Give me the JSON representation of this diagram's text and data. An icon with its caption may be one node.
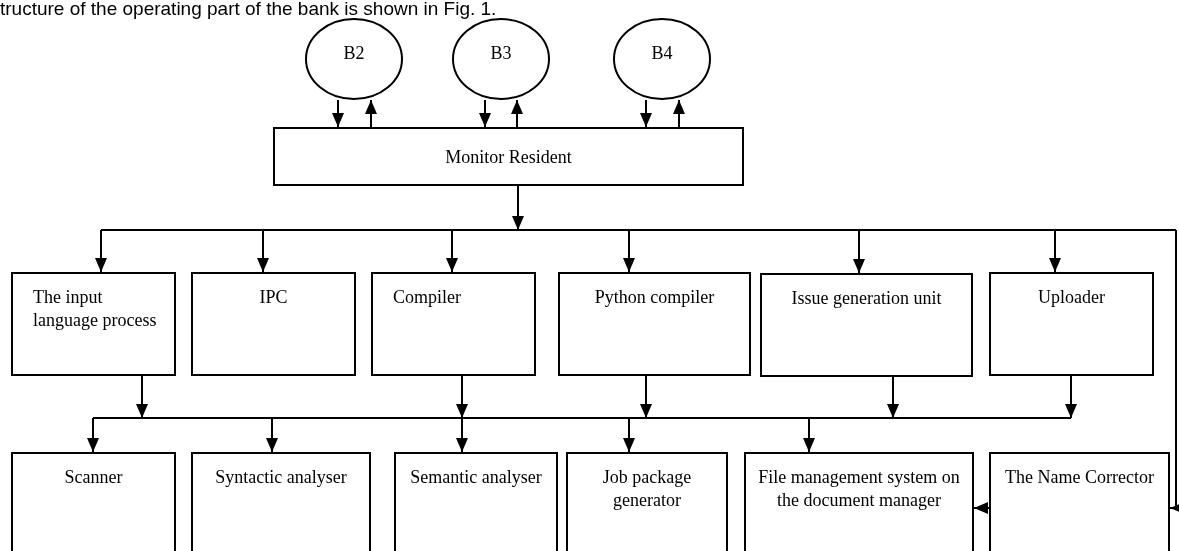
{
  "diagram": {
    "nodes": [
      {
        "text": [
          "B2"
        ]
      },
      {
        "text": [
          "B3"
        ]
      },
      {
        "text": [
          "B4"
        ]
      },
      {
        "text": [
          "Monitor Resident"
        ]
      },
      {
        "text": [
          "The input language process"
        ]
      },
      {
        "text": [
          "IPC"
        ]
      },
      {
        "text": [
          "Compiler"
        ]
      },
      {
        "text": [
          "Python compiler"
        ]
      },
      {
        "text": [
          "Issue generation unit"
        ]
      },
      {
        "text": [
          "Uploader"
        ]
      },
      {
        "text": [
          "Scanner"
        ]
      },
      {
        "text": [
          "Syntactic analyser"
        ]
      },
      {
        "text": [
          "Semantic analyser"
        ]
      },
      {
        "text": [
          "Job package generator"
        ]
      },
      {
        "text": [
          "File management system on the document manager"
        ]
      },
      {
        "text": [
          "The Name Corrector"
        ]
      }
    ],
    "edges": [
      {
        "from": 0,
        "to": 3,
        "arrow": "to"
      },
      {
        "from": 3,
        "to": 0,
        "arrow": "to"
      },
      {
        "from": 1,
        "to": 3,
        "arrow": "to"
      },
      {
        "from": 3,
        "to": 1,
        "arrow": "to"
      },
      {
        "from": 2,
        "to": 3,
        "arrow": "to"
      },
      {
        "from": 3,
        "to": 2,
        "arrow": "to"
      },
      {
        "from": 3,
        "to": 4,
        "arrow": "to"
      },
      {
        "from": 3,
        "to": 5,
        "arrow": "to"
      },
      {
        "from": 3,
        "to": 6,
        "arrow": "to"
      },
      {
        "from": 3,
        "to": 7,
        "arrow": "to"
      },
      {
        "from": 3,
        "to": 8,
        "arrow": "to"
      },
      {
        "from": 3,
        "to": 9,
        "arrow": "to"
      },
      {
        "from": 3,
        "to": 15,
        "arrow": "to"
      },
      {
        "from": 4,
        "to": 10,
        "arrow": "to"
      },
      {
        "from": 4,
        "to": 11,
        "arrow": "to"
      },
      {
        "from": 4,
        "to": 12,
        "arrow": "to"
      },
      {
        "from": 4,
        "to": 13,
        "arrow": "to"
      },
      {
        "from": 4,
        "to": 14,
        "arrow": "to"
      },
      {
        "from": 6,
        "to": 10,
        "arrow": "to"
      },
      {
        "from": 6,
        "to": 11,
        "arrow": "to"
      },
      {
        "from": 6,
        "to": 12,
        "arrow": "to"
      },
      {
        "from": 6,
        "to": 13,
        "arrow": "to"
      },
      {
        "from": 6,
        "to": 14,
        "arrow": "to"
      },
      {
        "from": 7,
        "to": 10,
        "arrow": "to"
      },
      {
        "from": 7,
        "to": 11,
        "arrow": "to"
      },
      {
        "from": 7,
        "to": 12,
        "arrow": "to"
      },
      {
        "from": 7,
        "to": 13,
        "arrow": "to"
      },
      {
        "from": 7,
        "to": 14,
        "arrow": "to"
      },
      {
        "from": 8,
        "to": 10,
        "arrow": "to"
      },
      {
        "from": 8,
        "to": 11,
        "arrow": "to"
      },
      {
        "from": 8,
        "to": 12,
        "arrow": "to"
      },
      {
        "from": 8,
        "to": 13,
        "arrow": "to"
      },
      {
        "from": 8,
        "to": 14,
        "arrow": "to"
      },
      {
        "from": 9,
        "to": 10,
        "arrow": "to"
      },
      {
        "from": 9,
        "to": 11,
        "arrow": "to"
      },
      {
        "from": 9,
        "to": 12,
        "arrow": "to"
      },
      {
        "from": 9,
        "to": 13,
        "arrow": "to"
      },
      {
        "from": 9,
        "to": 14,
        "arrow": "to"
      },
      {
        "from": 15,
        "to": 14,
        "arrow": "to"
      }
    ],
    "labels": [
      "tructure of the operating part of the bank is shown in Fig. 1."
    ]
  }
}
